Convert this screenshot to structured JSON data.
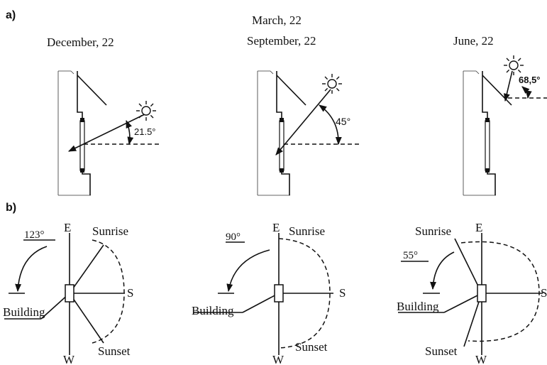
{
  "panel_a": {
    "label": "a)",
    "dates": {
      "december": "December, 22",
      "march": "March, 22",
      "september": "September, 22",
      "june": "June, 22"
    },
    "angles": {
      "december": "21.5°",
      "equinox": "45°",
      "june": "68,5°"
    }
  },
  "panel_b": {
    "label": "b)",
    "azimuths": {
      "december": "123°",
      "equinox": "90°",
      "june": "55°"
    },
    "labels": {
      "east": "E",
      "south": "S",
      "west": "W",
      "sunrise": "Sunrise",
      "sunset": "Sunset",
      "building": "Building"
    }
  }
}
